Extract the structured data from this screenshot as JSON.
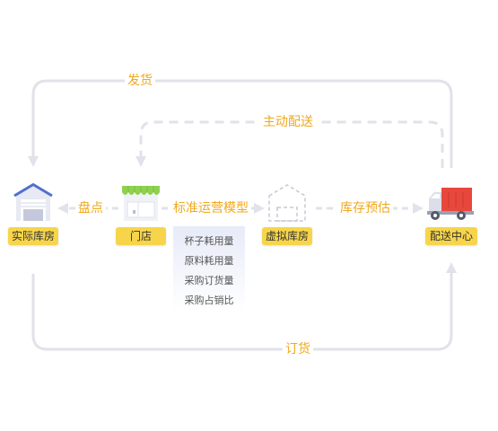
{
  "colors": {
    "line": "#e1e2ea",
    "label_text": "#f0a81c",
    "node_label_bg": "#f7d54a",
    "panel_bg": "#e7ebf8"
  },
  "flows": {
    "ship": "发货",
    "active_dispatch": "主动配送",
    "order": "订货",
    "stocktake": "盘点",
    "standard_model": "标准运营模型",
    "inventory_forecast": "库存预估"
  },
  "nodes": {
    "physical_warehouse": {
      "label": "实际库房",
      "icon": "warehouse-icon"
    },
    "store": {
      "label": "门店",
      "icon": "storefront-icon"
    },
    "virtual_warehouse": {
      "label": "虚拟库房",
      "icon": "virtual-warehouse-icon"
    },
    "distribution_center": {
      "label": "配送中心",
      "icon": "delivery-truck-icon"
    }
  },
  "metrics": [
    "杯子耗用量",
    "原料耗用量",
    "采购订货量",
    "采购占销比"
  ]
}
